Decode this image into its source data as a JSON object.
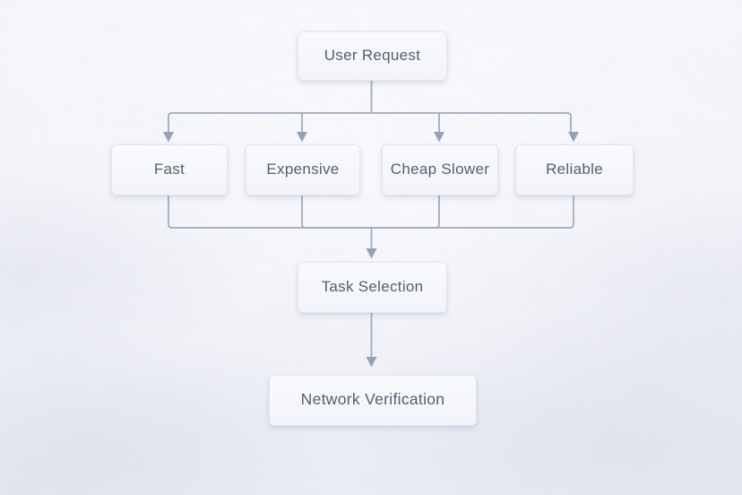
{
  "diagram": {
    "type": "flowchart",
    "direction": "top-down",
    "nodes": [
      {
        "id": "user-request",
        "label": "User Request"
      },
      {
        "id": "fast",
        "label": "Fast"
      },
      {
        "id": "expensive",
        "label": "Expensive"
      },
      {
        "id": "cheap-slower",
        "label": "Cheap Slower"
      },
      {
        "id": "reliable",
        "label": "Reliable"
      },
      {
        "id": "task-selection",
        "label": "Task Selection"
      },
      {
        "id": "network-verification",
        "label": "Network Verification"
      }
    ],
    "edges": [
      {
        "from": "user-request",
        "to": "fast"
      },
      {
        "from": "user-request",
        "to": "expensive"
      },
      {
        "from": "user-request",
        "to": "cheap-slower"
      },
      {
        "from": "user-request",
        "to": "reliable"
      },
      {
        "from": "fast",
        "to": "task-selection"
      },
      {
        "from": "expensive",
        "to": "task-selection"
      },
      {
        "from": "cheap-slower",
        "to": "task-selection"
      },
      {
        "from": "reliable",
        "to": "task-selection"
      },
      {
        "from": "task-selection",
        "to": "network-verification"
      }
    ],
    "colors": {
      "background": "#f1f2f8",
      "node_fill": "#f5f7fb",
      "node_border": "#e2e6ef",
      "connector": "#9fabbd",
      "text": "#546070"
    }
  }
}
